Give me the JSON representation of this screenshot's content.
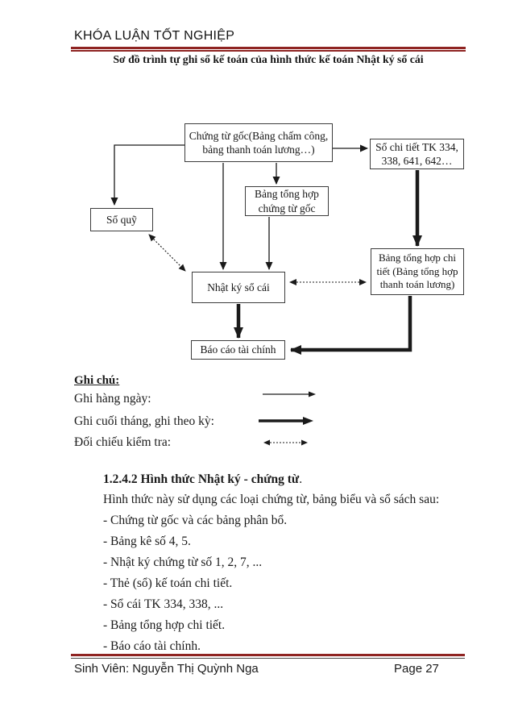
{
  "header": {
    "doc_title": "KHÓA LUẬN TỐT NGHIỆP",
    "diagram_title": "Sơ đồ trình tự ghi sổ kế toán của hình thức kế toán Nhật ký sổ cái"
  },
  "diagram": {
    "boxes": {
      "chung_tu_goc": "Chứng từ gốc(Bảng chấm công, bảng thanh toán lương…)",
      "so_chi_tiet": "Sổ chi tiết TK 334, 338, 641, 642…",
      "bang_tong_hop_chung_tu_goc": "Bảng tổng hợp chứng từ gốc",
      "so_quy": "Sổ quỹ",
      "bang_tong_hop_chi_tiet": "Bảng tổng hợp chi tiết (Bảng tổng hợp thanh toán lương)",
      "nhat_ky_so_cai": "Nhật ký sổ cái",
      "bao_cao_tai_chinh": "Báo cáo tài chính"
    },
    "arrows": [
      {
        "from": "chung_tu_goc",
        "to": "so_quy",
        "style": "thin"
      },
      {
        "from": "chung_tu_goc",
        "to": "so_chi_tiet",
        "style": "thin"
      },
      {
        "from": "chung_tu_goc",
        "to": "bang_tong_hop_chung_tu_goc",
        "style": "thin"
      },
      {
        "from": "chung_tu_goc",
        "to": "nhat_ky_so_cai",
        "style": "thin"
      },
      {
        "from": "bang_tong_hop_chung_tu_goc",
        "to": "nhat_ky_so_cai",
        "style": "thin"
      },
      {
        "from": "so_chi_tiet",
        "to": "bang_tong_hop_chi_tiet",
        "style": "thick"
      },
      {
        "from": "so_quy",
        "to": "nhat_ky_so_cai",
        "style": "dotted-double"
      },
      {
        "from": "nhat_ky_so_cai",
        "to": "bang_tong_hop_chi_tiet",
        "style": "dotted-double"
      },
      {
        "from": "nhat_ky_so_cai",
        "to": "bao_cao_tai_chinh",
        "style": "thick"
      },
      {
        "from": "bang_tong_hop_chi_tiet",
        "to": "bao_cao_tai_chinh",
        "style": "thick"
      }
    ]
  },
  "legend": {
    "heading": "Ghi chú:",
    "items": [
      {
        "label": "Ghi hàng ngày:",
        "icon": "thin-arrow-icon"
      },
      {
        "label": "Ghi cuối tháng, ghi theo kỳ:",
        "icon": "thick-arrow-icon"
      },
      {
        "label": "Đối chiếu kiểm tra:",
        "icon": "dotted-double-arrow-icon"
      }
    ]
  },
  "section": {
    "heading_bold": "1.2.4.2 Hình thức Nhật ký - chứng từ",
    "heading_tail": ".",
    "intro": "Hình thức này sử dụng các loại chứng từ, bảng biểu và sổ sách sau:",
    "items": [
      "- Chứng từ gốc và các bảng phân bổ.",
      "- Bảng kê số 4, 5.",
      "- Nhật ký chứng từ số 1, 2, 7, ...",
      "- Thẻ (sổ) kế toán chi tiết.",
      "- Sổ cái TK 334, 338, ...",
      "- Bảng tổng hợp chi tiết.",
      "- Báo cáo tài chính."
    ]
  },
  "footer": {
    "student": "Sinh Viên: Nguyễn Thị Quỳnh Nga",
    "page": "Page 27"
  },
  "colors": {
    "accent_red": "#8f2422",
    "box_border": "#3c3c3c",
    "text": "#1b1b1b"
  }
}
